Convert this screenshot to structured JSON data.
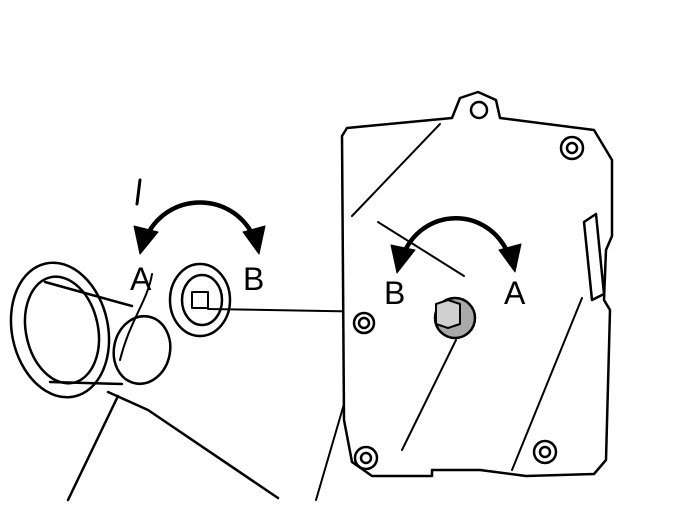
{
  "diagram": {
    "labels": {
      "shaft_a": "A",
      "shaft_b": "B",
      "actuator_b": "B",
      "actuator_a": "A"
    },
    "colors": {
      "stroke": "#000000",
      "background": "#ffffff",
      "socket_gray": "#a9a9a9"
    }
  }
}
